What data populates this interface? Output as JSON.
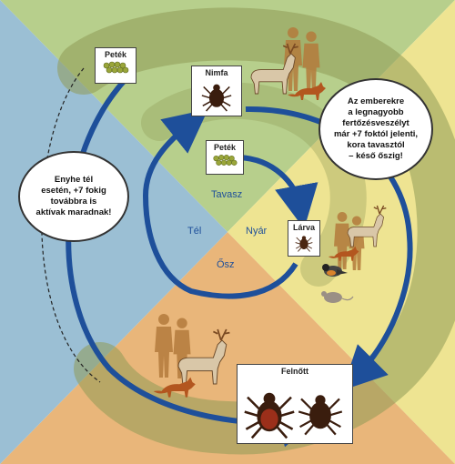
{
  "colors": {
    "winter": "#9bbfd4",
    "spring": "#b7cf8c",
    "summer": "#eee492",
    "autumn": "#e9b67a",
    "habitat": "#8f9a55",
    "arrow": "#1e4f9a",
    "silhouette": "#b47b3c",
    "tick": "#5a2a14"
  },
  "cards": {
    "eggs_top": "Peték",
    "nymph": "Nimfa",
    "eggs_center": "Peték",
    "larva": "Lárva",
    "adult": "Felnőtt"
  },
  "seasons": {
    "spring": "Tavasz",
    "winter": "Tél",
    "summer": "Nyár",
    "autumn": "Ősz"
  },
  "notes": {
    "winter": "Enyhe tél\nesetén, +7 fokig\ntovábbra is\naktívak maradnak!",
    "risk": "Az emberekre\na legnagyobb\nfertőzésveszélyt\nmár +7 foktól jelenti,\nkora tavasztól\n– késő őszig!"
  },
  "icons": [
    "egg-cluster-icon",
    "tick-icon",
    "deer-icon",
    "fox-icon",
    "human-silhouette-icon",
    "bird-icon",
    "mouse-icon"
  ]
}
